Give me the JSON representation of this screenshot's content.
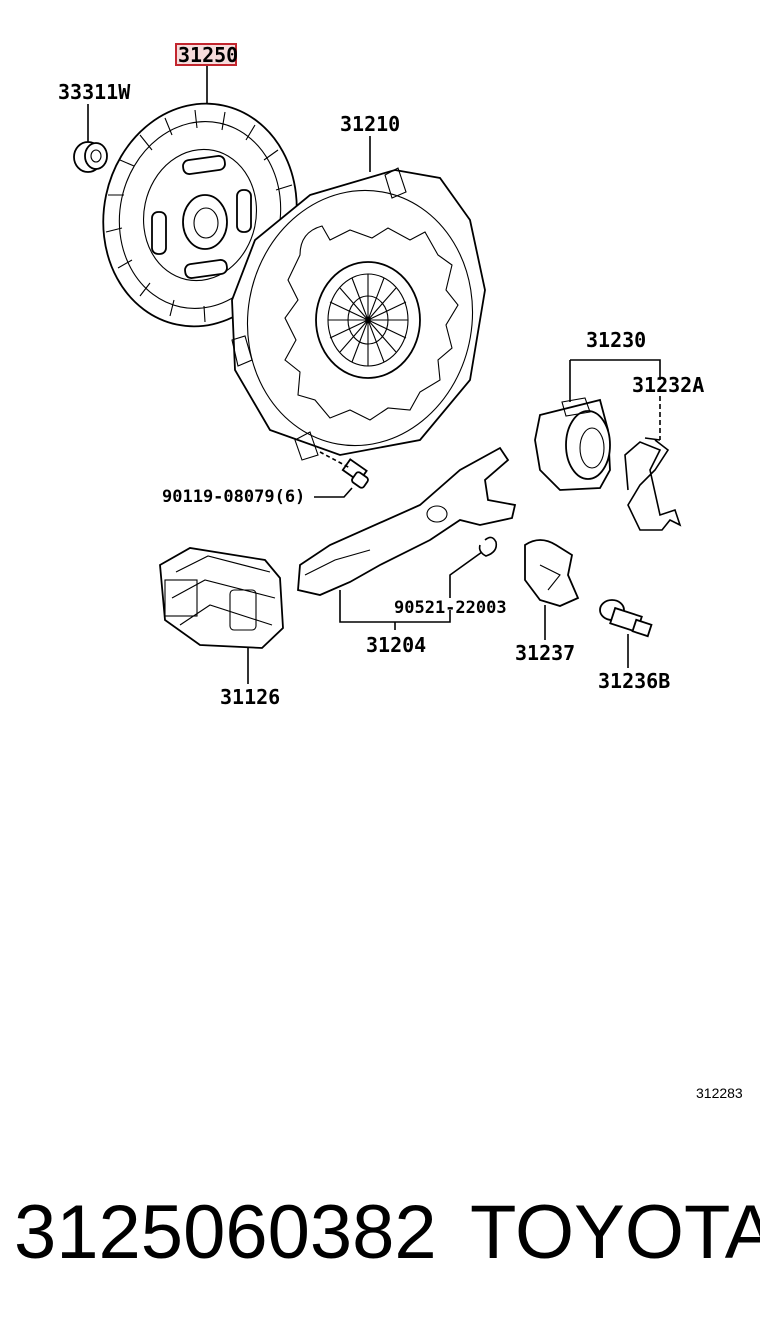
{
  "labels": {
    "p31250": "31250",
    "p33311W": "33311W",
    "p31210": "31210",
    "p31230": "31230",
    "p31232A": "31232A",
    "p90119": "90119-08079(6)",
    "p90521": "90521-22003",
    "p31204": "31204",
    "p31237": "31237",
    "p31236B": "31236B",
    "p31126": "31126"
  },
  "diagram_code": "312283",
  "footer": {
    "part_number": "3125060382",
    "brand": "TOYOTA"
  },
  "colors": {
    "highlight_border": "#c2262e",
    "highlight_fill": "#f6dcdc",
    "ink": "#000000"
  }
}
